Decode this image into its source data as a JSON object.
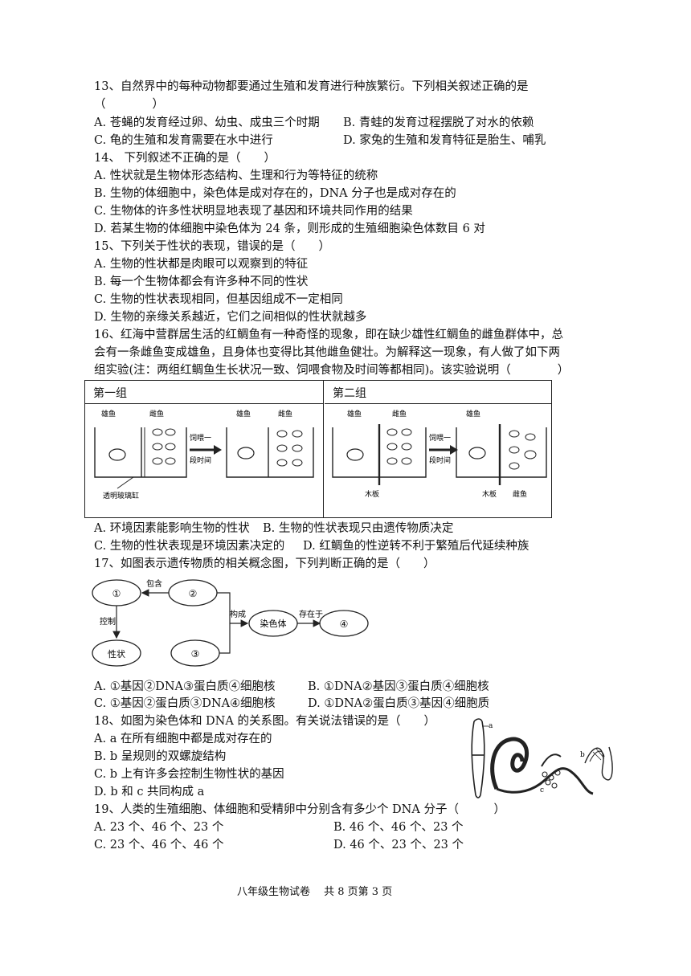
{
  "q13": {
    "stem": "13、自然界中的每种动物都要通过生殖和发育进行种族繁衍。下列相关叙述正确的是",
    "paren": "（　　　　）",
    "A": "A. 苍蝇的发育经过卵、幼虫、成虫三个时期",
    "B": "B. 青蛙的发育过程摆脱了对水的依赖",
    "C": "C. 龟的生殖和发育需要在水中进行",
    "D": "D. 家兔的生殖和发育特征是胎生、哺乳"
  },
  "q14": {
    "stem": "14、 下列叙述不正确的是（　　）",
    "A": "A. 性状就是生物体形态结构、生理和行为等特征的统称",
    "B": "B. 生物的体细胞中，染色体是成对存在的，DNA 分子也是成对存在的",
    "C": "C. 生物体的许多性状明显地表现了基因和环境共同作用的结果",
    "D": "D. 若某生物的体细胞中染色体为 24 条，则形成的生殖细胞染色体数目 6 对"
  },
  "q15": {
    "stem": "15、下列关于性状的表现，错误的是（　　）",
    "A": "A. 生物的性状都是肉眼可以观察到的特征",
    "B": "B. 每一个生物体都会有许多种不同的性状",
    "C": "C. 生物的性状表现相同，但基因组成不一定相同",
    "D": "D. 生物的亲缘关系越近，它们之间相似的性状就越多"
  },
  "q16": {
    "stem1": "16、红海中营群居生活的红鲷鱼有一种奇怪的现象，即在缺少雄性红鲷鱼的雌鱼群体中，总",
    "stem2": "会有一条雌鱼变成雄鱼，且身体也变得比其他雌鱼健壮。为解释这一现象，有人做了如下两",
    "stem3": "组实验(注：两组红鲷鱼生长状况一致、饲喂食物及时间等都相同)。该实验说明（　　　　）",
    "group1": "第一组",
    "group2": "第二组",
    "male": "雄鱼",
    "female": "雌鱼",
    "feed1": "饲喂一",
    "feed2": "段时间",
    "glass": "透明玻璃缸",
    "board": "木板",
    "A": "A. 环境因素能影响生物的性状",
    "B": "B. 生物的性状表现只由遗传物质决定",
    "C": "C. 生物的性状表现是环境因素决定的",
    "D": "D. 红鲷鱼的性逆转不利于繁殖后代延续种族"
  },
  "q17": {
    "stem": "17、如图表示遗传物质的相关概念图，下列判断正确的是（　　）",
    "n1": "①",
    "n2": "②",
    "n3": "③",
    "n4": "④",
    "contain": "包含",
    "control": "控制",
    "compose": "构成",
    "existin": "存在于",
    "chromosome": "染色体",
    "trait": "性状",
    "A": "A. ①基因②DNA③蛋白质④细胞核",
    "B": "B. ①DNA②基因③蛋白质④细胞核",
    "C": "C. ①基因②蛋白质③DNA④细胞核",
    "D": "D. ①DNA②蛋白质③基因④细胞质"
  },
  "q18": {
    "stem": "18、如图为染色体和 DNA 的关系图。有关说法错误的是（　　）",
    "A": "A. a 在所有细胞中都是成对存在的",
    "B": "B. b 呈规则的双螺旋结构",
    "C": "C. b 上有许多会控制生物性状的基因",
    "D": "D. b 和 c 共同构成 a",
    "la": "a",
    "lb": "b",
    "lc": "c"
  },
  "q19": {
    "stem": "19、人类的生殖细胞、体细胞和受精卵中分别含有多少个 DNA 分子（　　　）",
    "A": "A. 23 个、46 个、23 个",
    "B": "B. 46 个、46 个、23 个",
    "C": "C. 23 个、46 个、46 个",
    "D": "D. 46 个、23 个、23 个"
  },
  "footer": "八年级生物试卷　 共 8 页第 3 页"
}
